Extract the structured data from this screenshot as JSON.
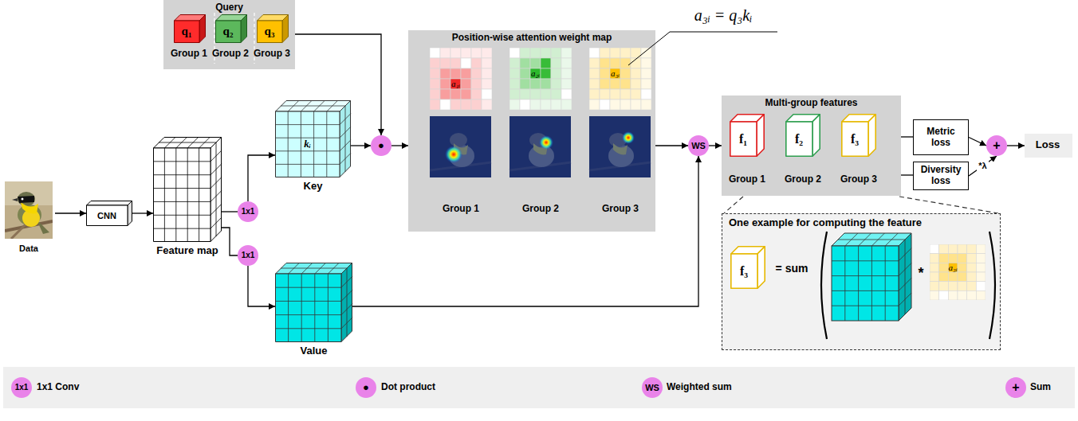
{
  "diagram": {
    "nodes": [
      {
        "text": [
          "Query"
        ]
      },
      {
        "text": [
          "q₁"
        ],
        "in": 0
      },
      {
        "text": [
          "q₂"
        ],
        "in": 0
      },
      {
        "text": [
          "q₃"
        ],
        "in": 0
      },
      {
        "text": [
          "Data"
        ]
      },
      {
        "text": [
          "CNN"
        ]
      },
      {
        "text": [
          "Feature map"
        ]
      },
      {
        "text": [
          "1x1"
        ]
      },
      {
        "text": [
          "1x1"
        ]
      },
      {
        "text": [
          "kᵢ",
          "Key"
        ]
      },
      {
        "text": [
          "Value"
        ]
      },
      {
        "text": [
          "●"
        ]
      },
      {
        "text": [
          "Position-wise attention weight map"
        ]
      },
      {
        "text": [
          "a₁ᵢ"
        ],
        "in": 12
      },
      {
        "text": [
          "a₂ᵢ"
        ],
        "in": 12
      },
      {
        "text": [
          "a₃ᵢ"
        ],
        "in": 12
      },
      {
        "text": [
          "WS"
        ]
      },
      {
        "text": [
          "Multi-group features"
        ]
      },
      {
        "text": [
          "f₁"
        ],
        "in": 17
      },
      {
        "text": [
          "f₂"
        ],
        "in": 17
      },
      {
        "text": [
          "f₃"
        ],
        "in": 17
      },
      {
        "text": [
          "Metric loss"
        ]
      },
      {
        "text": [
          "Diversity loss"
        ]
      },
      {
        "text": [
          "+"
        ]
      },
      {
        "text": [
          "Loss"
        ]
      },
      {
        "text": [
          "One example for computing the feature"
        ]
      },
      {
        "text": [
          "f₃"
        ],
        "in": 25
      },
      {
        "text": [
          "a₃ᵢ"
        ],
        "in": 25
      }
    ],
    "edges": [
      {
        "from": 4,
        "to": 5,
        "arrow": "to"
      },
      {
        "from": 5,
        "to": 6,
        "arrow": "to"
      },
      {
        "from": 6,
        "to": 7,
        "arrow": "none"
      },
      {
        "from": 6,
        "to": 8,
        "arrow": "none"
      },
      {
        "from": 7,
        "to": 9,
        "arrow": "to"
      },
      {
        "from": 8,
        "to": 10,
        "arrow": "to"
      },
      {
        "from": 0,
        "to": 11,
        "arrow": "to"
      },
      {
        "from": 9,
        "to": 11,
        "arrow": "to"
      },
      {
        "from": 11,
        "to": 12,
        "arrow": "to"
      },
      {
        "from": 12,
        "to": 16,
        "arrow": "to"
      },
      {
        "from": 10,
        "to": 16,
        "arrow": "to"
      },
      {
        "from": 16,
        "to": 17,
        "arrow": "to"
      },
      {
        "from": 17,
        "to": 21,
        "arrow": "none"
      },
      {
        "from": 17,
        "to": 22,
        "arrow": "none"
      },
      {
        "from": 21,
        "to": 23,
        "arrow": "to"
      },
      {
        "from": 22,
        "to": 23,
        "label": "*λ",
        "arrow": "to"
      },
      {
        "from": 23,
        "to": 24,
        "arrow": "to"
      }
    ],
    "labels": [
      "Group 1",
      "Group 2",
      "Group 3",
      "Group 1",
      "Group 2",
      "Group 3",
      "a₃ᵢ = q₃kᵢ",
      "Group 1",
      "Group 2",
      "Group 3",
      "= sum",
      "*",
      "1x1",
      "●",
      "WS",
      "+"
    ],
    "legend": [
      {
        "text": "1x1 Conv"
      },
      {
        "text": "Dot product"
      },
      {
        "text": "Weighted sum"
      },
      {
        "text": "Sum"
      }
    ]
  }
}
